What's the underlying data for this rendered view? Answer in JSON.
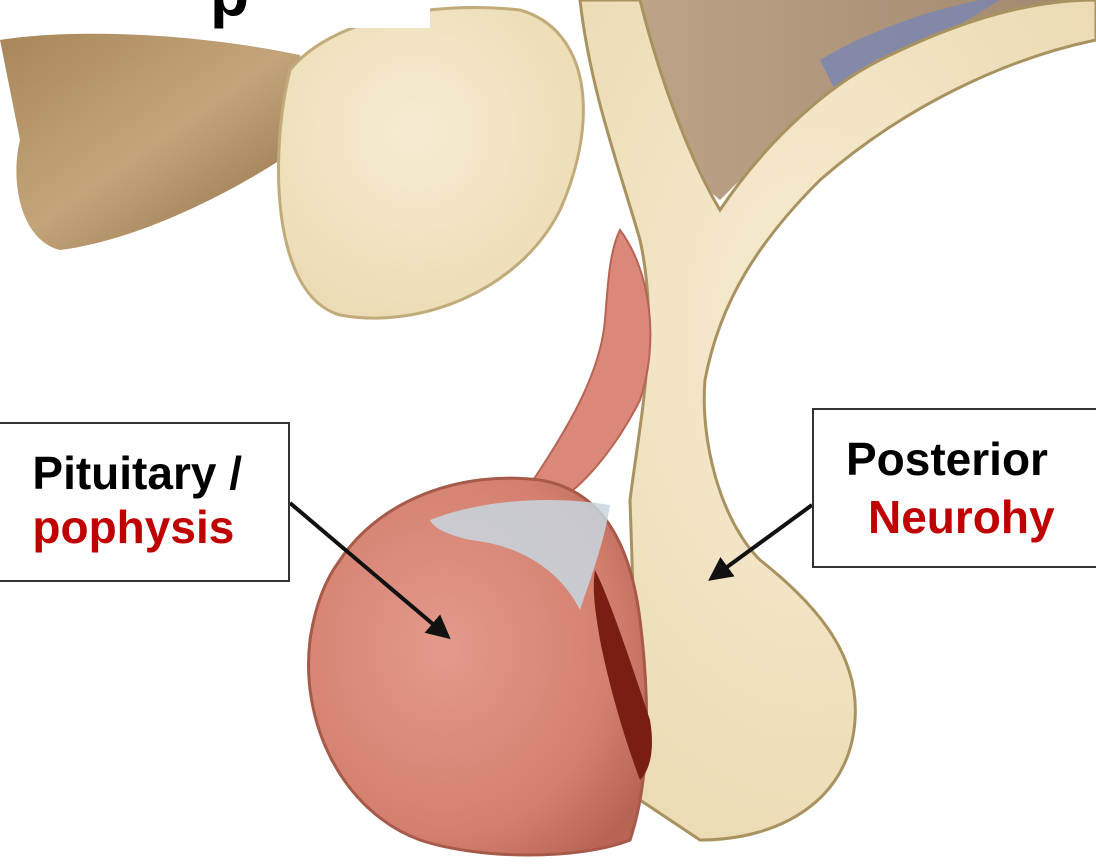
{
  "labels": {
    "top_fragment": "p",
    "anterior": {
      "line1": "Pituitary /",
      "line2": "pophysis"
    },
    "posterior": {
      "line1": "Posterior",
      "line2": "Neurohy"
    }
  },
  "colors": {
    "anterior_lobe": "#d9887a",
    "posterior_lobe": "#f1e3c2",
    "label_accent": "#c00000",
    "arrow": "#111111"
  }
}
